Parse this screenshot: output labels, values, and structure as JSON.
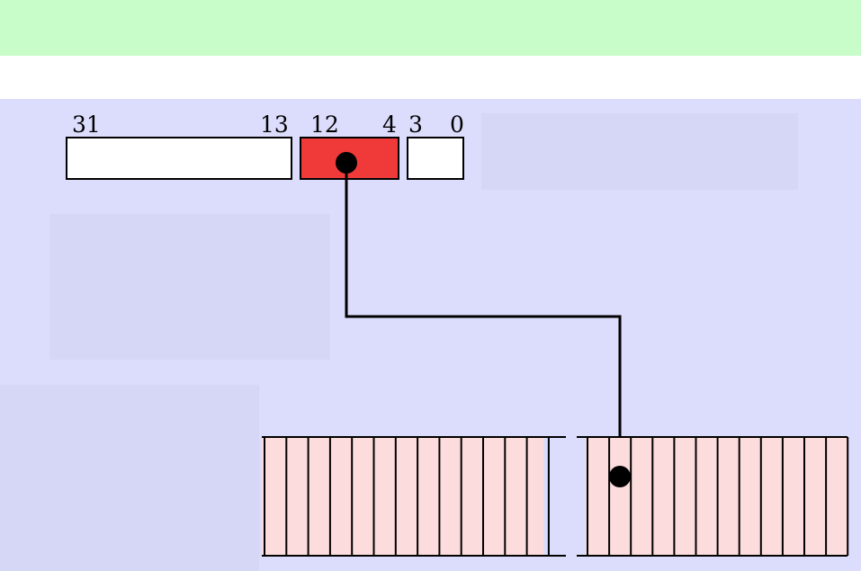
{
  "address_bits": {
    "labels": [
      "31",
      "13",
      "12",
      "4",
      "3",
      "0"
    ]
  },
  "colors": {
    "header_band": "#c8fcc8",
    "background": "#dcdcfc",
    "index_field": "#f03a3a",
    "table_cells": "#fcdcdc",
    "line": "#000000"
  },
  "table": {
    "left_cells": 14,
    "right_cells": 13
  }
}
